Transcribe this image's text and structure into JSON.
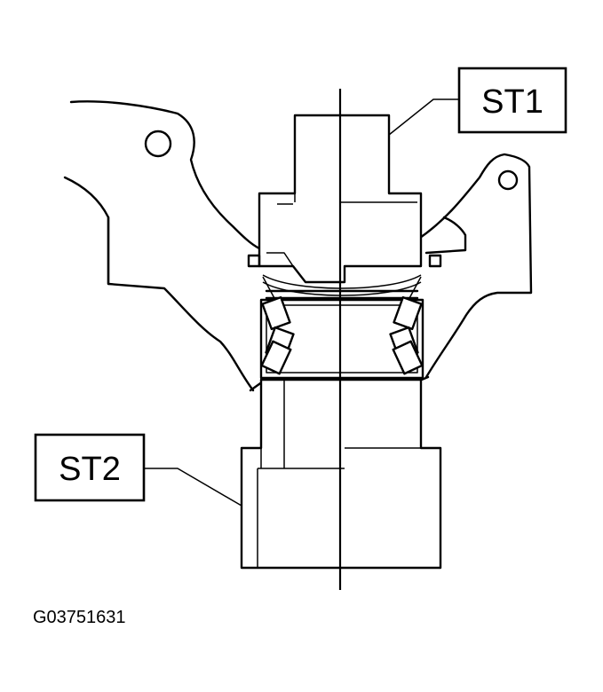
{
  "labels": {
    "st1": "ST1",
    "st2": "ST2"
  },
  "figure_code": "G03751631"
}
